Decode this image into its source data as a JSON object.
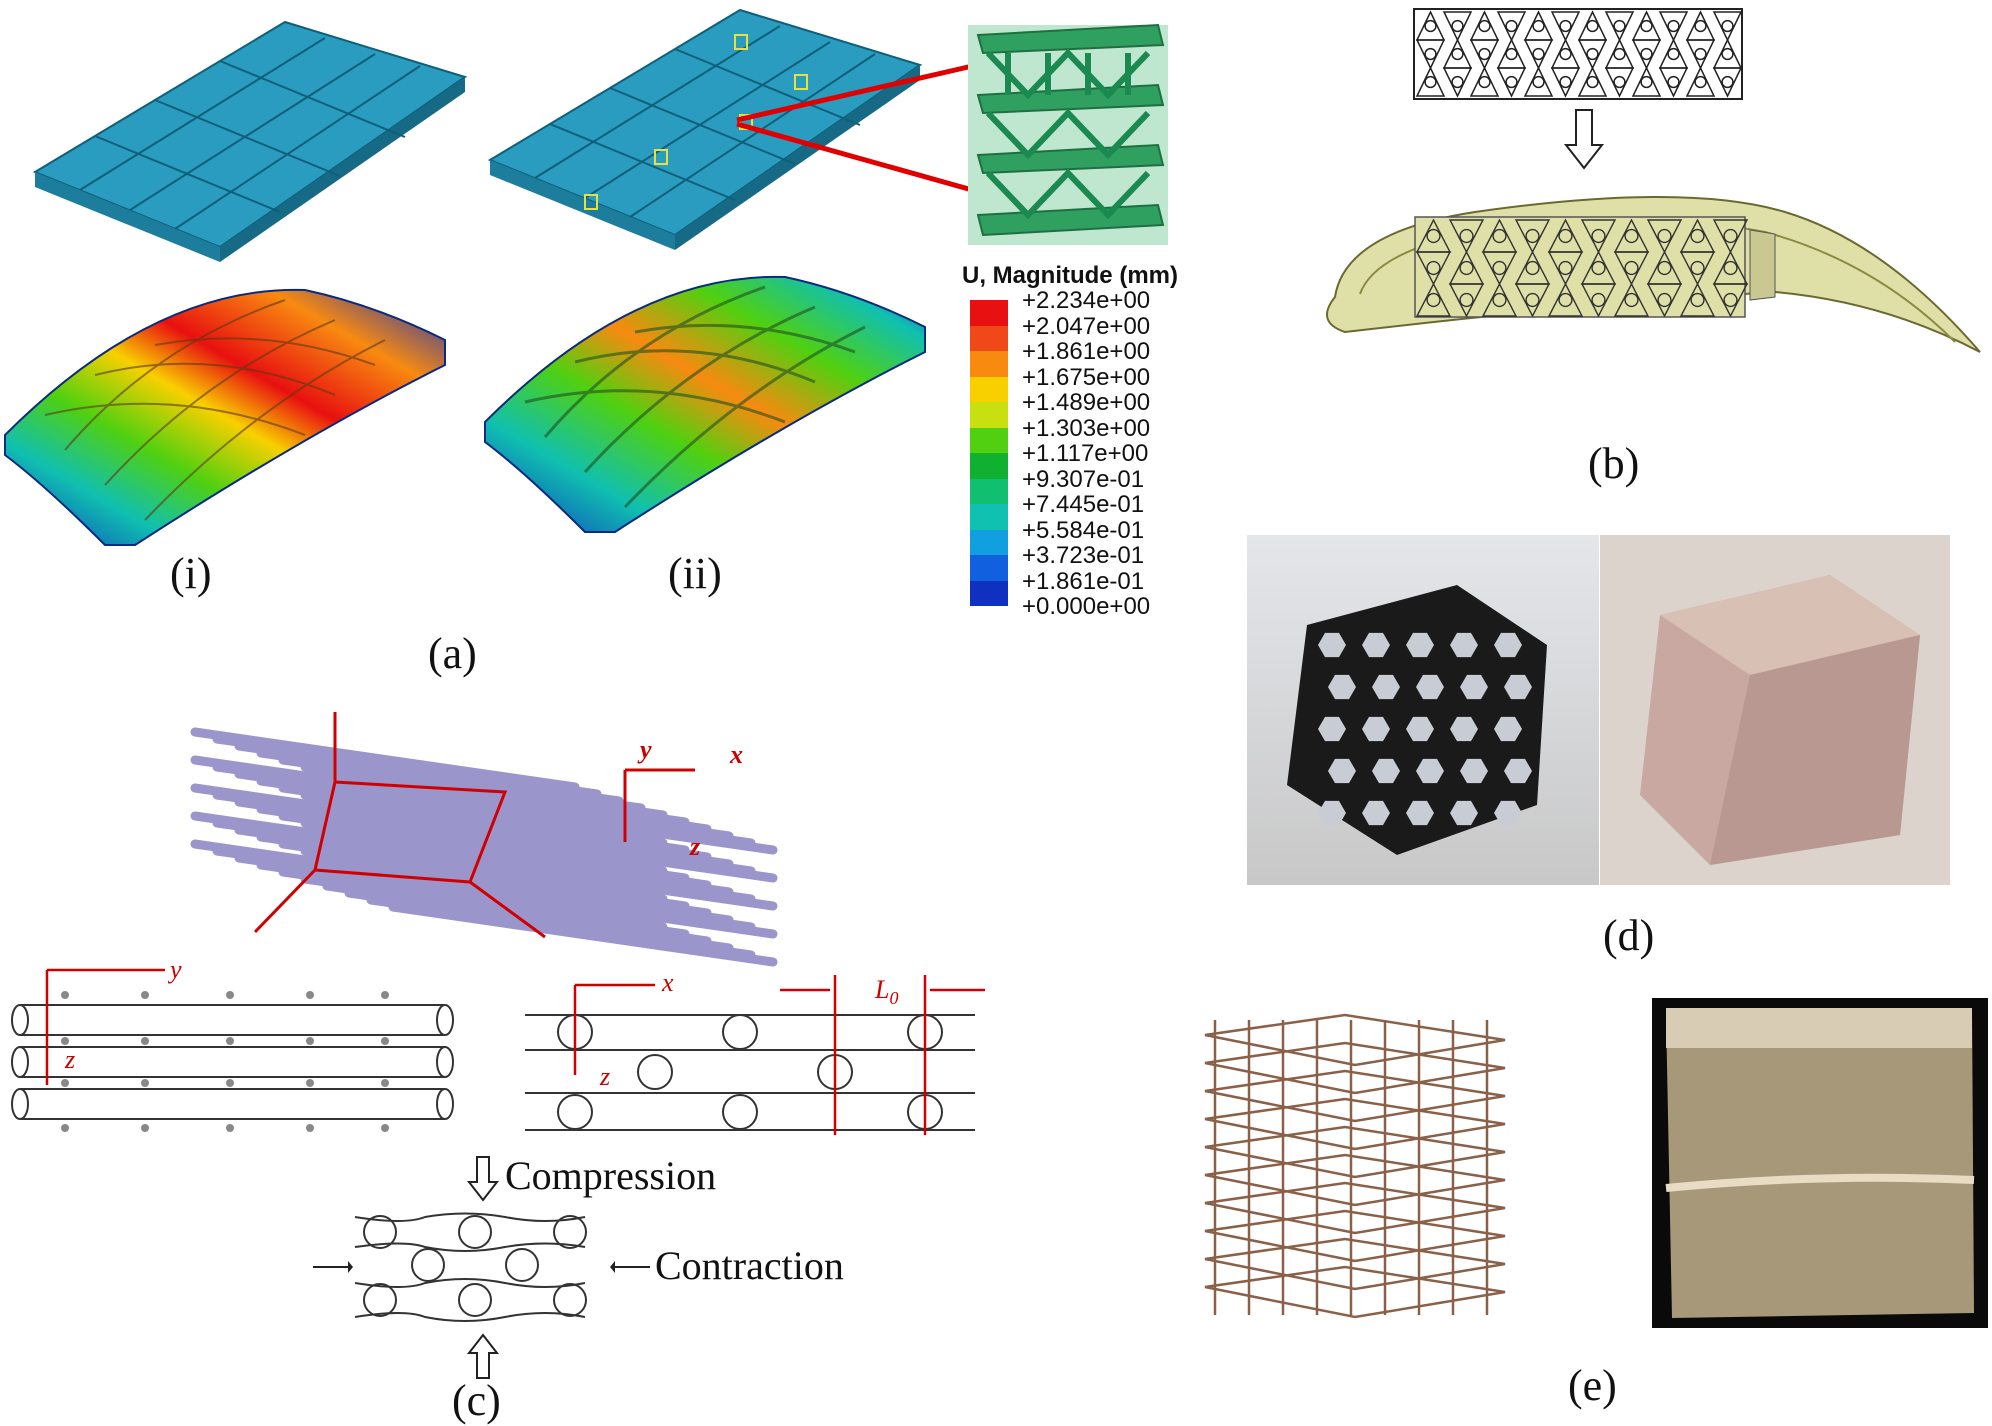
{
  "panels": {
    "a": {
      "label": "(a)",
      "sub_i": "(i)",
      "sub_ii": "(ii)"
    },
    "b": {
      "label": "(b)"
    },
    "c": {
      "label": "(c)",
      "compression": "Compression",
      "contraction": "Contraction",
      "axis_y": "y",
      "axis_x": "x",
      "axis_z": "z",
      "axis_z2": "z",
      "axis_x2": "x",
      "axis_l0": "L0"
    },
    "d": {
      "label": "(d)"
    },
    "e": {
      "label": "(e)"
    }
  },
  "legend": {
    "title": "U, Magnitude (mm)",
    "values": [
      "+2.234e+00",
      "+2.047e+00",
      "+1.861e+00",
      "+1.675e+00",
      "+1.489e+00",
      "+1.303e+00",
      "+1.117e+00",
      "+9.307e-01",
      "+7.445e-01",
      "+5.584e-01",
      "+3.723e-01",
      "+1.861e-01",
      "+0.000e+00"
    ],
    "colors": [
      "#e81010",
      "#f04818",
      "#f88a10",
      "#f8d000",
      "#c8e010",
      "#50d010",
      "#10b030",
      "#10c070",
      "#10c0b0",
      "#10a0e0",
      "#1060e0",
      "#1030c0"
    ]
  },
  "colors": {
    "plate_blue": "#2a9cc0",
    "lattice_green": "#2fa060",
    "rod_purple": "#9a96cc",
    "airfoil_fill": "#dfe0a8",
    "annotation_red": "#d00000"
  }
}
